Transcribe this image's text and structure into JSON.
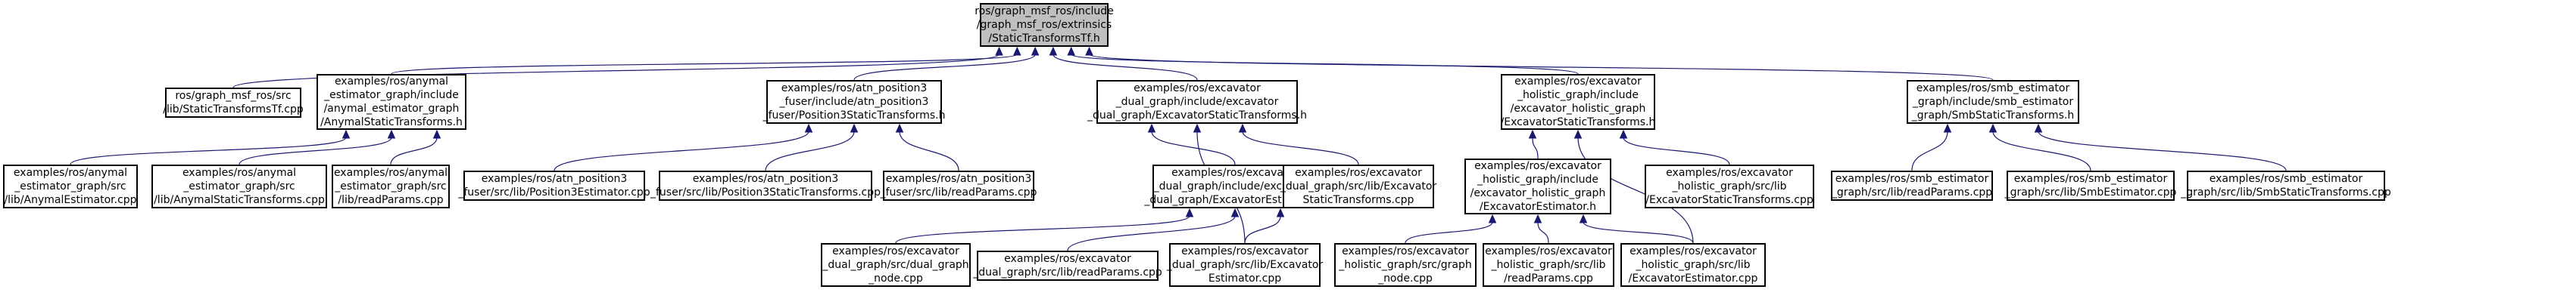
{
  "colors": {
    "edge": "#191970",
    "node_border": "#000000",
    "node_fill": "#ffffff",
    "root_fill": "#bfbfbf"
  },
  "nodes": {
    "root": {
      "lines": [
        "ros/graph_msf_ros/include",
        "/graph_msf_ros/extrinsics",
        "/StaticTransformsTf.h"
      ]
    },
    "static_tf_cpp": {
      "lines": [
        "ros/graph_msf_ros/src",
        "/lib/StaticTransformsTf.cpp"
      ]
    },
    "anymal_h": {
      "lines": [
        "examples/ros/anymal",
        "_estimator_graph/include",
        "/anymal_estimator_graph",
        "/AnymalStaticTransforms.h"
      ]
    },
    "atn_h": {
      "lines": [
        "examples/ros/atn_position3",
        "_fuser/include/atn_position3",
        "_fuser/Position3StaticTransforms.h"
      ]
    },
    "exc_dual_h": {
      "lines": [
        "examples/ros/excavator",
        "_dual_graph/include/excavator",
        "_dual_graph/ExcavatorStaticTransforms.h"
      ]
    },
    "exc_hol_h": {
      "lines": [
        "examples/ros/excavator",
        "_holistic_graph/include",
        "/excavator_holistic_graph",
        "/ExcavatorStaticTransforms.h"
      ]
    },
    "smb_h": {
      "lines": [
        "examples/ros/smb_estimator",
        "_graph/include/smb_estimator",
        "_graph/SmbStaticTransforms.h"
      ]
    },
    "anymal_est_cpp": {
      "lines": [
        "examples/ros/anymal",
        "_estimator_graph/src",
        "/lib/AnymalEstimator.cpp"
      ]
    },
    "anymal_st_cpp": {
      "lines": [
        "examples/ros/anymal",
        "_estimator_graph/src",
        "/lib/AnymalStaticTransforms.cpp"
      ]
    },
    "anymal_rp_cpp": {
      "lines": [
        "examples/ros/anymal",
        "_estimator_graph/src",
        "/lib/readParams.cpp"
      ]
    },
    "atn_est_cpp": {
      "lines": [
        "examples/ros/atn_position3",
        "_fuser/src/lib/Position3Estimator.cpp"
      ]
    },
    "atn_st_cpp": {
      "lines": [
        "examples/ros/atn_position3",
        "_fuser/src/lib/Position3StaticTransforms.cpp"
      ]
    },
    "atn_rp_cpp": {
      "lines": [
        "examples/ros/atn_position3",
        "_fuser/src/lib/readParams.cpp"
      ]
    },
    "exc_dual_est_h": {
      "lines": [
        "examples/ros/excavator",
        "_dual_graph/include/excavator",
        "_dual_graph/ExcavatorEstimator.h"
      ]
    },
    "exc_dual_st_cpp": {
      "lines": [
        "examples/ros/excavator",
        "_dual_graph/src/lib/Excavator",
        "StaticTransforms.cpp"
      ]
    },
    "exc_hol_est_h": {
      "lines": [
        "examples/ros/excavator",
        "_holistic_graph/include",
        "/excavator_holistic_graph",
        "/ExcavatorEstimator.h"
      ]
    },
    "exc_hol_st_cpp": {
      "lines": [
        "examples/ros/excavator",
        "_holistic_graph/src/lib",
        "/ExcavatorStaticTransforms.cpp"
      ]
    },
    "smb_rp_cpp": {
      "lines": [
        "examples/ros/smb_estimator",
        "_graph/src/lib/readParams.cpp"
      ]
    },
    "smb_est_cpp": {
      "lines": [
        "examples/ros/smb_estimator",
        "_graph/src/lib/SmbEstimator.cpp"
      ]
    },
    "smb_st_cpp": {
      "lines": [
        "examples/ros/smb_estimator",
        "_graph/src/lib/SmbStaticTransforms.cpp"
      ]
    },
    "exc_dual_node_cpp": {
      "lines": [
        "examples/ros/excavator",
        "_dual_graph/src/dual_graph",
        "_node.cpp"
      ]
    },
    "exc_dual_rp_cpp": {
      "lines": [
        "examples/ros/excavator",
        "_dual_graph/src/lib/readParams.cpp"
      ]
    },
    "exc_dual_est_cpp": {
      "lines": [
        "examples/ros/excavator",
        "_dual_graph/src/lib/Excavator",
        "Estimator.cpp"
      ]
    },
    "exc_hol_node_cpp": {
      "lines": [
        "examples/ros/excavator",
        "_holistic_graph/src/graph",
        "_node.cpp"
      ]
    },
    "exc_hol_rp_cpp": {
      "lines": [
        "examples/ros/excavator",
        "_holistic_graph/src/lib",
        "/readParams.cpp"
      ]
    },
    "exc_hol_est_cpp": {
      "lines": [
        "examples/ros/excavator",
        "_holistic_graph/src/lib",
        "/ExcavatorEstimator.cpp"
      ]
    }
  },
  "edges": [
    [
      "static_tf_cpp",
      "root"
    ],
    [
      "anymal_h",
      "root"
    ],
    [
      "atn_h",
      "root"
    ],
    [
      "exc_dual_h",
      "root"
    ],
    [
      "exc_hol_h",
      "root"
    ],
    [
      "smb_h",
      "root"
    ],
    [
      "anymal_est_cpp",
      "anymal_h"
    ],
    [
      "anymal_st_cpp",
      "anymal_h"
    ],
    [
      "anymal_rp_cpp",
      "anymal_h"
    ],
    [
      "atn_est_cpp",
      "atn_h"
    ],
    [
      "atn_st_cpp",
      "atn_h"
    ],
    [
      "atn_rp_cpp",
      "atn_h"
    ],
    [
      "exc_dual_est_h",
      "exc_dual_h"
    ],
    [
      "exc_dual_st_cpp",
      "exc_dual_h"
    ],
    [
      "exc_dual_est_cpp",
      "exc_dual_h"
    ],
    [
      "exc_hol_est_h",
      "exc_hol_h"
    ],
    [
      "exc_hol_st_cpp",
      "exc_hol_h"
    ],
    [
      "exc_hol_est_cpp",
      "exc_hol_h"
    ],
    [
      "smb_rp_cpp",
      "smb_h"
    ],
    [
      "smb_est_cpp",
      "smb_h"
    ],
    [
      "smb_st_cpp",
      "smb_h"
    ],
    [
      "exc_dual_node_cpp",
      "exc_dual_est_h"
    ],
    [
      "exc_dual_rp_cpp",
      "exc_dual_est_h"
    ],
    [
      "exc_dual_est_cpp",
      "exc_dual_est_h"
    ],
    [
      "exc_hol_node_cpp",
      "exc_hol_est_h"
    ],
    [
      "exc_hol_rp_cpp",
      "exc_hol_est_h"
    ],
    [
      "exc_hol_est_cpp",
      "exc_hol_est_h"
    ]
  ]
}
